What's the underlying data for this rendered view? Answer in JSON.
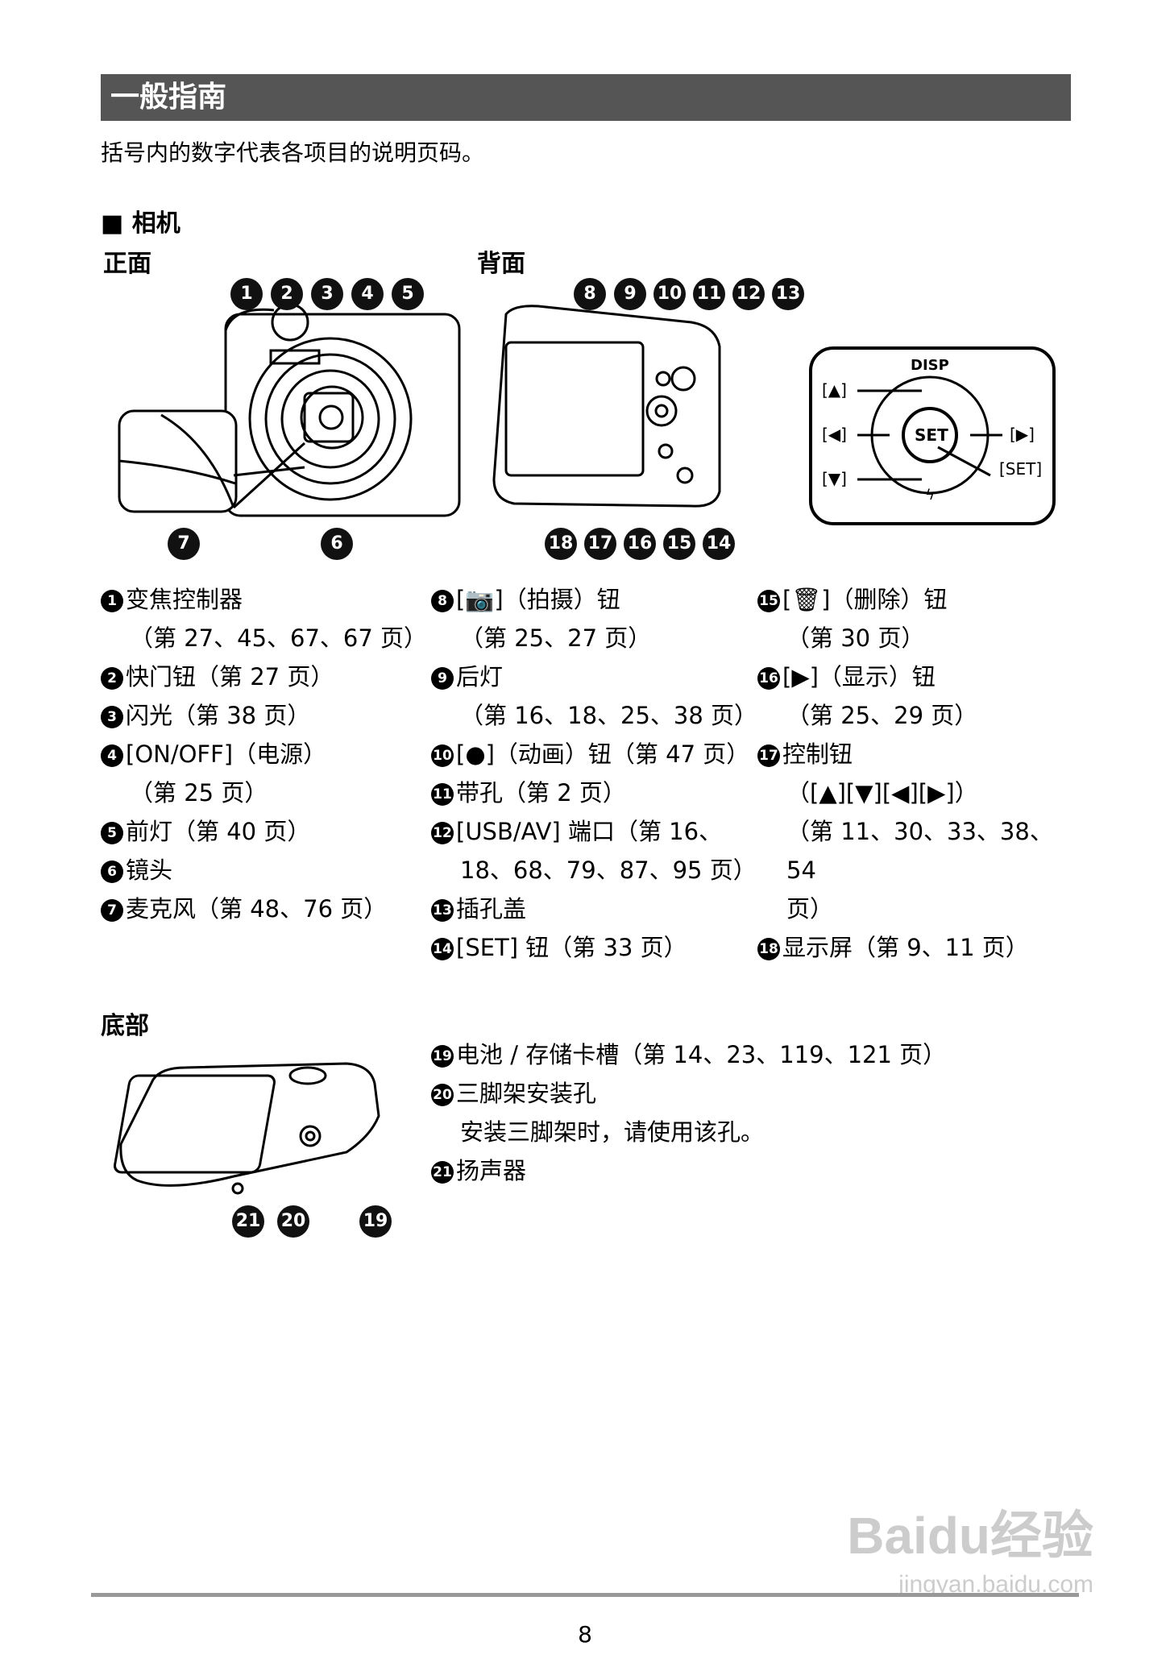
{
  "header": {
    "title": "一般指南"
  },
  "intro": "括号内的数字代表各项目的说明页码。",
  "section_camera": "■ 相机",
  "front_label": "正面",
  "back_label": "背面",
  "bottom_label": "底部",
  "dpad": {
    "disp": "DISP",
    "set": "SET",
    "up": "[▲]",
    "left": "[◀]",
    "right": "[▶]",
    "down": "[▼]",
    "set_br": "[SET]"
  },
  "col1": [
    {
      "n": "1",
      "text": "变焦控制器",
      "sub": "（第 27、45、67、67 页）"
    },
    {
      "n": "2",
      "text": "快门钮（第 27 页）"
    },
    {
      "n": "3",
      "text": "闪光（第 38 页）"
    },
    {
      "n": "4",
      "text": "[ON/OFF]（电源）",
      "sub": "（第 25 页）"
    },
    {
      "n": "5",
      "text": "前灯（第 40 页）"
    },
    {
      "n": "6",
      "text": "镜头"
    },
    {
      "n": "7",
      "text": "麦克风（第 48、76 页）"
    }
  ],
  "col2": [
    {
      "n": "8",
      "text": "[📷]（拍摄）钮",
      "sub": "（第 25、27 页）"
    },
    {
      "n": "9",
      "text": "后灯",
      "sub": "（第 16、18、25、38 页）"
    },
    {
      "n": "10",
      "text": "[●]（动画）钮（第 47 页）"
    },
    {
      "n": "11",
      "text": "带孔（第 2 页）"
    },
    {
      "n": "12",
      "text": "[USB/AV] 端口（第 16、",
      "sub": "18、68、79、87、95 页）"
    },
    {
      "n": "13",
      "text": "插孔盖"
    },
    {
      "n": "14",
      "text": "[SET] 钮（第 33 页）"
    }
  ],
  "col3": [
    {
      "n": "15",
      "text": "[🗑]（删除）钮",
      "sub": "（第 30 页）"
    },
    {
      "n": "16",
      "text": "[▶]（显示）钮",
      "sub": "（第 25、29 页）"
    },
    {
      "n": "17",
      "text": "控制钮",
      "sub": "（[▲][▼][◀][▶]）",
      "sub2": "（第 11、30、33、38、54",
      "sub3": "页）"
    },
    {
      "n": "18",
      "text": "显示屏（第 9、11 页）"
    }
  ],
  "bottom_list": [
    {
      "n": "19",
      "text": "电池 / 存储卡槽（第 14、23、119、121 页）"
    },
    {
      "n": "20",
      "text": "三脚架安装孔",
      "sub": "安装三脚架时，请使用该孔。"
    },
    {
      "n": "21",
      "text": "扬声器"
    }
  ],
  "page_number": "8",
  "watermark": {
    "logo": "Baidu经验",
    "url": "jingyan.baidu.com"
  }
}
